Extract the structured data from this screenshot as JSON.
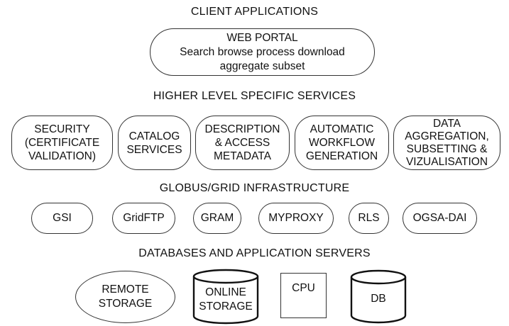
{
  "sections": {
    "client": "CLIENT APPLICATIONS",
    "higher": "HIGHER LEVEL SPECIFIC SERVICES",
    "globus": "GLOBUS/GRID INFRASTRUCTURE",
    "databases": "DATABASES AND APPLICATION SERVERS"
  },
  "web_portal": {
    "title": "WEB PORTAL",
    "line1": "Search browse process download",
    "line2": "aggregate subset"
  },
  "services": [
    {
      "label": "SECURITY\n(CERTIFICATE\nVALIDATION)"
    },
    {
      "label": "CATALOG\nSERVICES"
    },
    {
      "label": "DESCRIPTION\n& ACCESS\nMETADATA"
    },
    {
      "label": "AUTOMATIC\nWORKFLOW\nGENERATION"
    },
    {
      "label": "DATA\nAGGREGATION,\nSUBSETTING &\nVIZUALISATION"
    }
  ],
  "infrastructure": [
    {
      "label": "GSI"
    },
    {
      "label": "GridFTP"
    },
    {
      "label": "GRAM"
    },
    {
      "label": "MYPROXY"
    },
    {
      "label": "RLS"
    },
    {
      "label": "OGSA-DAI"
    }
  ],
  "resources": {
    "remote_storage": "REMOTE\nSTORAGE",
    "online_storage": "ONLINE\nSTORAGE",
    "cpu": "CPU",
    "db": "DB"
  }
}
